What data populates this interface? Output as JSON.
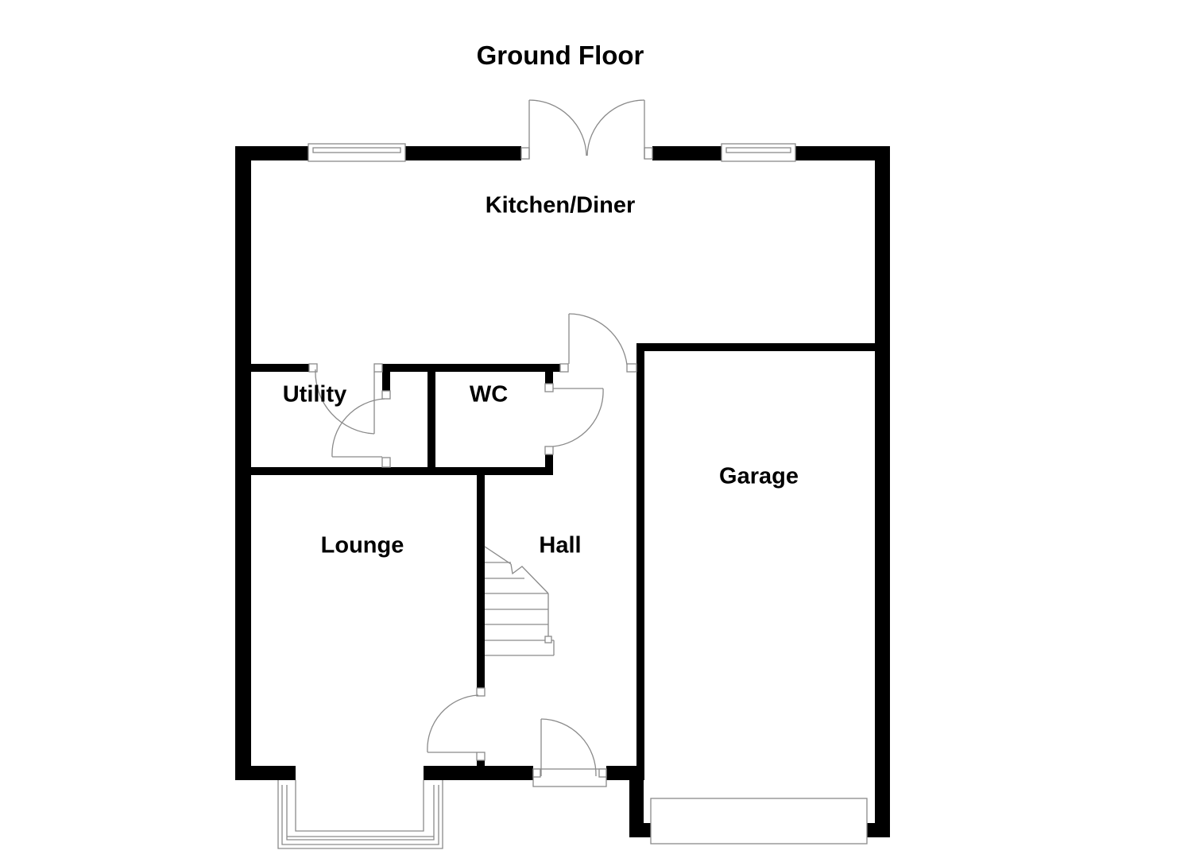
{
  "title": "Ground Floor",
  "rooms": [
    {
      "id": "kitchen-diner",
      "label": "Kitchen/Diner"
    },
    {
      "id": "utility",
      "label": "Utility"
    },
    {
      "id": "wc",
      "label": "WC"
    },
    {
      "id": "garage",
      "label": "Garage"
    },
    {
      "id": "lounge",
      "label": "Lounge"
    },
    {
      "id": "hall",
      "label": "Hall"
    }
  ],
  "colors": {
    "wall": "#000000",
    "fixture_line": "#8a8a8a",
    "background": "#ffffff"
  }
}
